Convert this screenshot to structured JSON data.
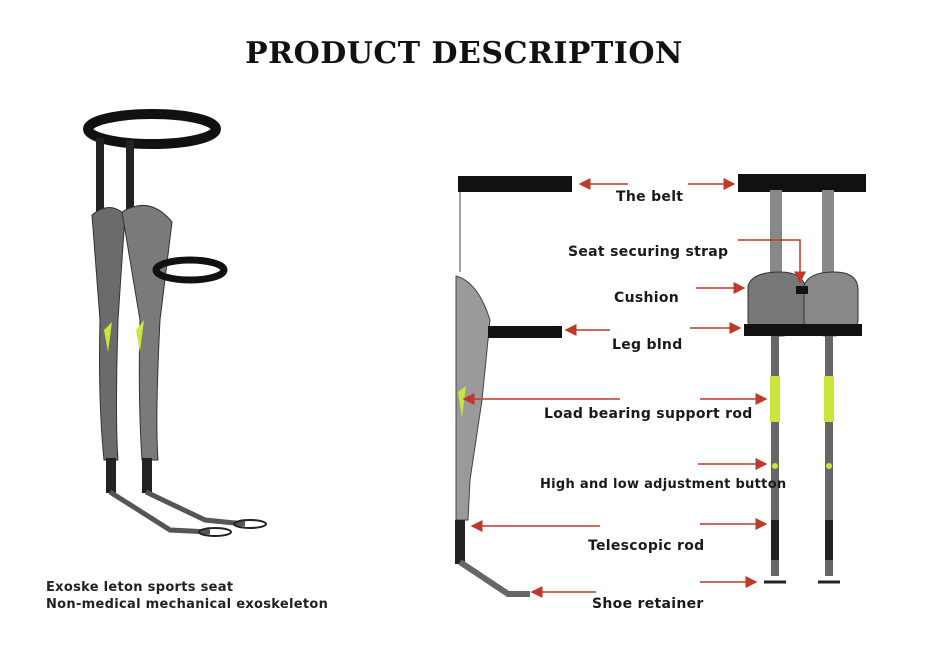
{
  "title": "PRODUCT DESCRIPTION",
  "product": {
    "caption_line1": "Exoske leton sports seat",
    "caption_line2": "Non-medical mechanical exoskeleton"
  },
  "labels": {
    "belt": "The belt",
    "seat_strap": "Seat securing strap",
    "cushion": "Cushion",
    "leg_bind": "Leg blnd",
    "support_rod": "Load bearing support rod",
    "adjust_button": "High and  low adjustment button",
    "telescopic_rod": "Telescopic rod",
    "shoe_retainer": "Shoe retainer"
  },
  "colors": {
    "arrow": "#c0392b",
    "accent": "#c8e63c",
    "dark": "#111111",
    "grey": "#5a5a5a"
  }
}
